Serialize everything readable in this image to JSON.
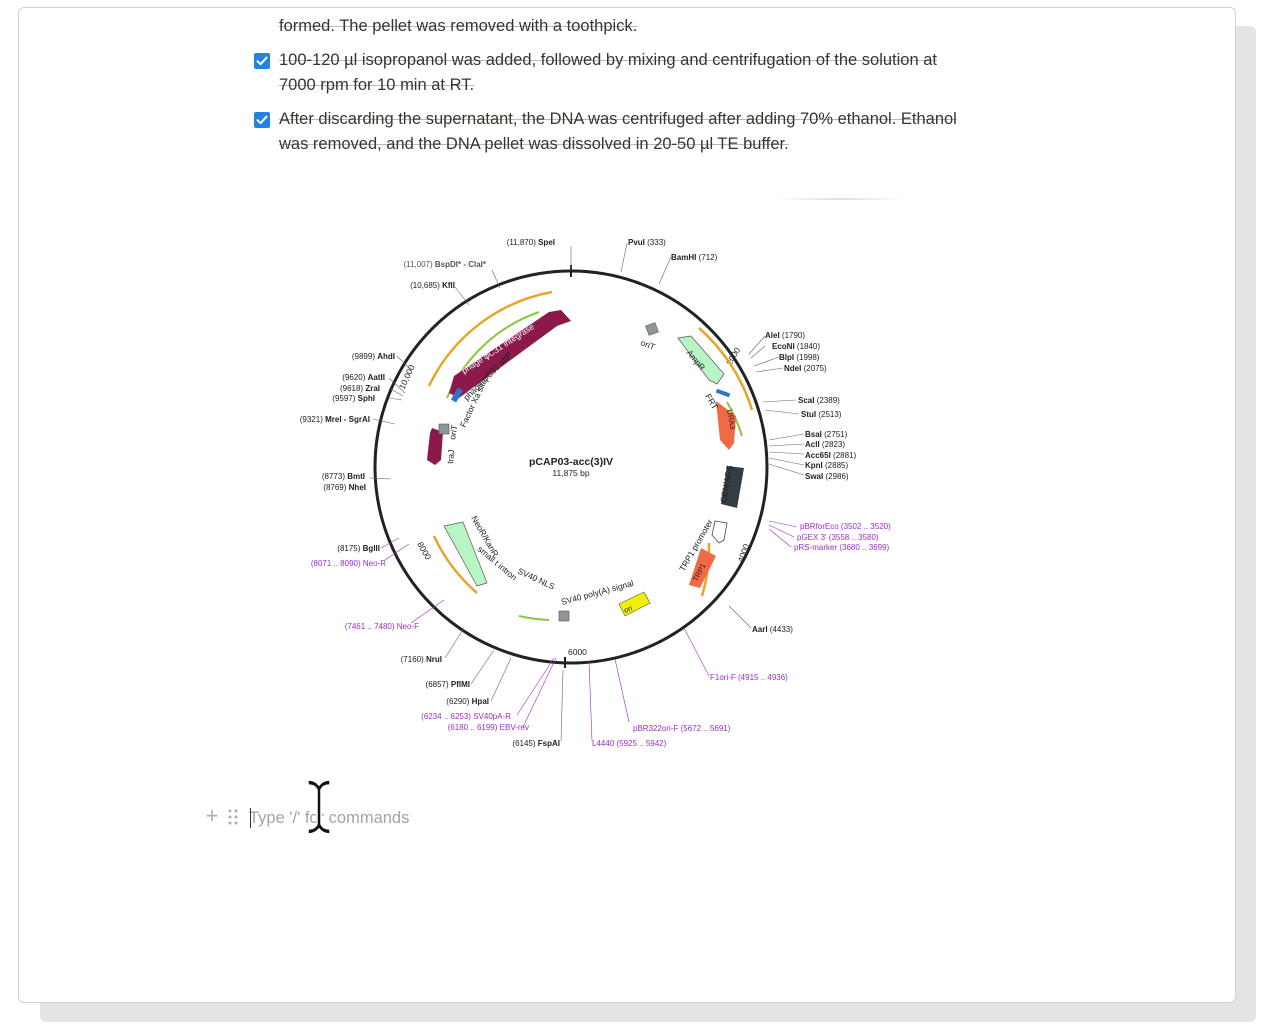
{
  "document": {
    "partial_top_line": "formed. The pellet was removed with a toothpick.",
    "todos": [
      {
        "checked": true,
        "line1": "100-120 µl isopropanol was added, followed by mixing and centrifugation of the solution at",
        "line2": "7000 rpm for 10 min at RT."
      },
      {
        "checked": true,
        "line1": "After discarding the supernatant, the DNA was centrifuged after adding 70% ethanol. Ethanol",
        "line2": "was removed, and the DNA pellet was dissolved in 20-50 µl TE buffer."
      }
    ],
    "command_placeholder": "Type '/' for commands"
  },
  "plasmid_map": {
    "name": "pCAP03-acc(3)IV",
    "size": "11,875 bp",
    "ticks": [
      "2000",
      "4000",
      "6000",
      "8000",
      "10,000"
    ],
    "features": [
      "phage φC31 integrase",
      "phage φC31 attP",
      "Factor Xa site",
      "oriT",
      "traJ",
      "oriT",
      "AmpR",
      "FRT",
      "URA3",
      "CEN/ARS",
      "TRP1 promoter",
      "TRP1",
      "SV40 poly(A) signal",
      "ori",
      "SV40 NLS",
      "small t intron",
      "NeoR/KanR"
    ],
    "sites_left": [
      {
        "pos": "(11,870)",
        "name": "SpeI"
      },
      {
        "pos": "(11,007)",
        "name": "BspDI* - ClaI*"
      },
      {
        "pos": "(10,685)",
        "name": "KflI"
      },
      {
        "pos": "(9899)",
        "name": "AhdI"
      },
      {
        "pos": "(9620)",
        "name": "AatII"
      },
      {
        "pos": "(9618)",
        "name": "ZraI"
      },
      {
        "pos": "(9597)",
        "name": "SphI"
      },
      {
        "pos": "(9321)",
        "name": "MreI - SgrAI"
      },
      {
        "pos": "(8773)",
        "name": "BmtI"
      },
      {
        "pos": "(8769)",
        "name": "NheI"
      },
      {
        "pos": "(8175)",
        "name": "BglII"
      },
      {
        "pos": "(7160)",
        "name": "NruI"
      },
      {
        "pos": "(6857)",
        "name": "PflMI"
      },
      {
        "pos": "(6290)",
        "name": "HpaI"
      },
      {
        "pos": "(6145)",
        "name": "FspAI"
      }
    ],
    "sites_right": [
      {
        "name": "PvuI",
        "pos": "(333)"
      },
      {
        "name": "BamHI",
        "pos": "(712)"
      },
      {
        "name": "AleI",
        "pos": "(1790)"
      },
      {
        "name": "EcoNI",
        "pos": "(1840)"
      },
      {
        "name": "BlpI",
        "pos": "(1998)"
      },
      {
        "name": "NdeI",
        "pos": "(2075)"
      },
      {
        "name": "ScaI",
        "pos": "(2389)"
      },
      {
        "name": "StuI",
        "pos": "(2513)"
      },
      {
        "name": "BsaI",
        "pos": "(2751)"
      },
      {
        "name": "AclI",
        "pos": "(2823)"
      },
      {
        "name": "Acc65I",
        "pos": "(2881)"
      },
      {
        "name": "KpnI",
        "pos": "(2885)"
      },
      {
        "name": "SwaI",
        "pos": "(2986)"
      },
      {
        "name": "AarI",
        "pos": "(4433)"
      }
    ],
    "primers": [
      {
        "name": "pBRforEco",
        "pos": "(3502 .. 3520)"
      },
      {
        "name": "pGEX 3'",
        "pos": "(3558 .. 3580)"
      },
      {
        "name": "pRS-marker",
        "pos": "(3680 .. 3699)"
      },
      {
        "name": "F1ori-F",
        "pos": "(4915 .. 4936)"
      },
      {
        "name": "pBR322ori-F",
        "pos": "(5672 .. 5691)"
      },
      {
        "name": "L4440",
        "pos": "(5925 .. 5942)"
      },
      {
        "name": "EBV-rev",
        "pos": "(6180 .. 6199)"
      },
      {
        "name": "SV40pA-R",
        "pos": "(6234 .. 6253)"
      },
      {
        "name": "Neo-F",
        "pos": "(7461 .. 7480)"
      },
      {
        "name": "Neo-R",
        "pos": "(8071 .. 8090)"
      }
    ]
  },
  "colors": {
    "checkbox": "#2383e2",
    "text": "#37352f",
    "placeholder": "#a5a39e",
    "primer": "#9b30c8",
    "integrase": "#8b1a4a",
    "ampr": "#b9f5c4",
    "ura3": "#ef6a45",
    "cen_ars": "#333d42",
    "ori": "#f0f000"
  }
}
